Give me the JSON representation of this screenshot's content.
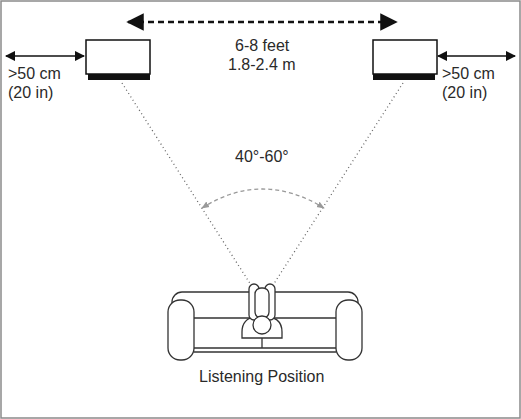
{
  "diagram": {
    "labels": [
      "6-8 feet",
      "1.8-2.4 m",
      ">50 cm (20 in)",
      ">50 cm (20 in)",
      "40°-60°",
      "Listening Position"
    ]
  }
}
